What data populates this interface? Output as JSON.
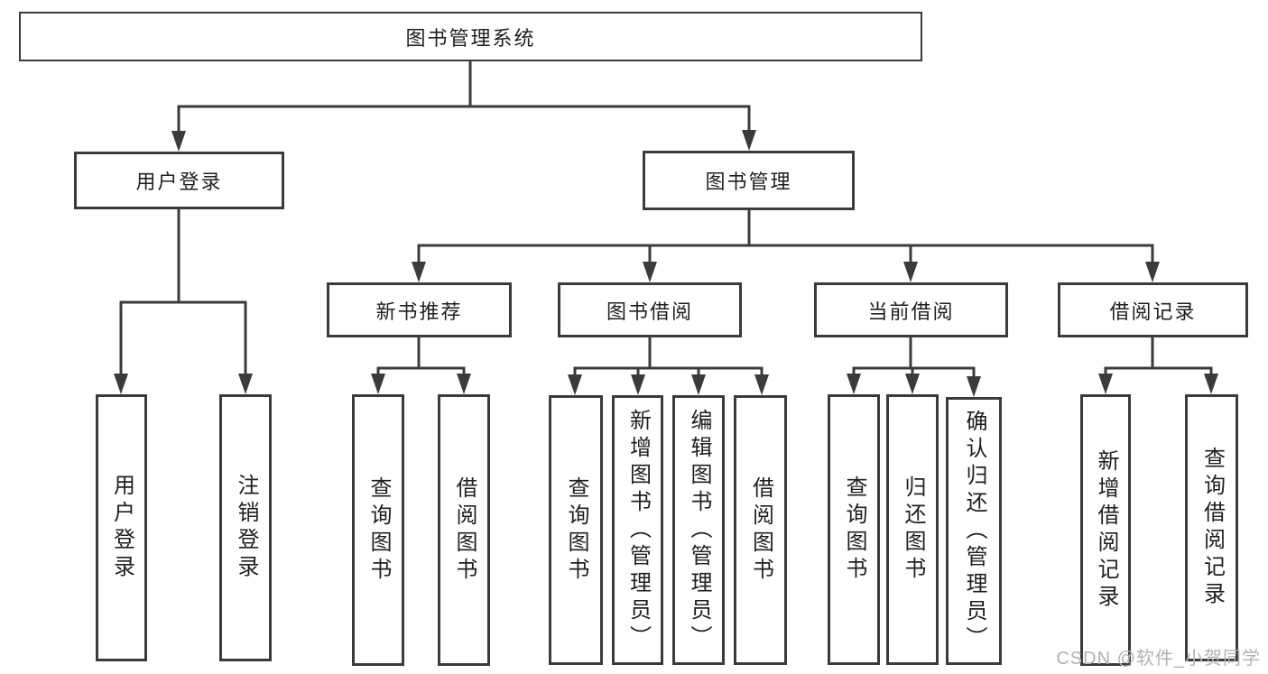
{
  "diagram": {
    "root": {
      "label": "图书管理系统"
    },
    "level2": [
      {
        "id": "user-login",
        "label": "用户登录"
      },
      {
        "id": "book-management",
        "label": "图书管理"
      }
    ],
    "level3": [
      {
        "id": "new-book-recommend",
        "label": "新书推荐"
      },
      {
        "id": "book-borrow",
        "label": "图书借阅"
      },
      {
        "id": "current-borrow",
        "label": "当前借阅"
      },
      {
        "id": "borrow-records",
        "label": "借阅记录"
      }
    ],
    "leaves": {
      "user_login_children": [
        {
          "label": "用户登录"
        },
        {
          "label": "注销登录"
        }
      ],
      "new_book_children": [
        {
          "label": "查询图书"
        },
        {
          "label": "借阅图书"
        }
      ],
      "book_borrow_children": [
        {
          "label": "查询图书"
        },
        {
          "label": "新增图书（管理员）"
        },
        {
          "label": "编辑图书（管理员）"
        },
        {
          "label": "借阅图书"
        }
      ],
      "current_borrow_children": [
        {
          "label": "查询图书"
        },
        {
          "label": "归还图书"
        },
        {
          "label": "确认归还（管理员）"
        }
      ],
      "records_children": [
        {
          "label": "新增借阅记录"
        },
        {
          "label": "查询借阅记录"
        }
      ]
    }
  },
  "watermark": {
    "text": "CSDN @软件_小贺同学"
  },
  "colors": {
    "line": "#3b3b3b",
    "text": "#1f1f1f",
    "watermark": "#b1b1b5",
    "background": "#ffffff"
  }
}
